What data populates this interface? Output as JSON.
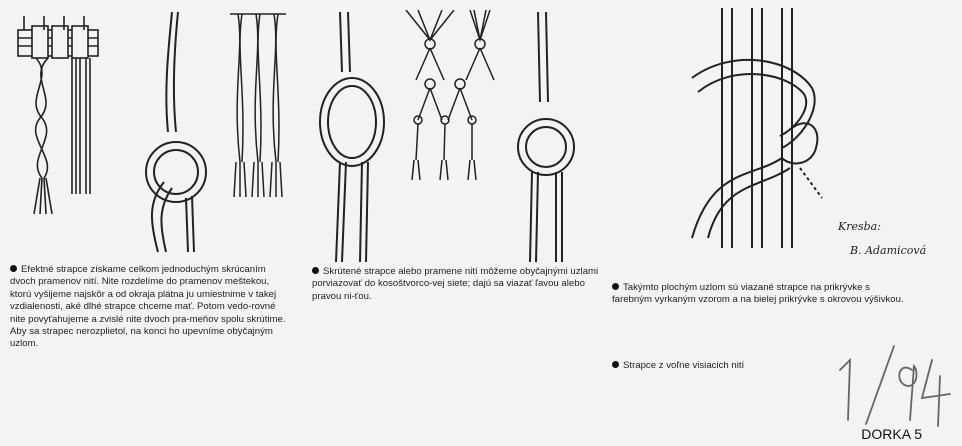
{
  "captions": {
    "c1": "Efektné strapce získame celkom jednoduchým skrúcaním dvoch pramenov nití. Nite rozdelíme do pramenov meštekou, ktorú vyšijeme najskôr a od okraja plátna ju umiestnime v takej vzdialenosti, aké dlhé strapce chceme mať. Potom vedo-rovné nite povyťahujeme a zvislé nite dvoch pra-meňov spolu skrútime. Aby sa strapec nerozplietol, na konci ho upevníme obyčajným uzlom.",
    "c2": "Skrútené strapce alebo pramene nití môžeme obyčajnými uzlami porviazovať do kosoštvorco-vej siete; dajú sa viazať ľavou alebo pravou ni-ťou.",
    "c3": "Takýmto plochým uzlom sú viazané strapce na prikrývke s farebným vyrkaným vzorom a na bielej prikrývke s okrovou výšivkou.",
    "c4": "Strapce z voľne visiacich nití"
  },
  "credit": {
    "line1": "Kresba:",
    "line2": "B. Adamicová"
  },
  "signature": "1/94",
  "footer": "DORKA 5"
}
